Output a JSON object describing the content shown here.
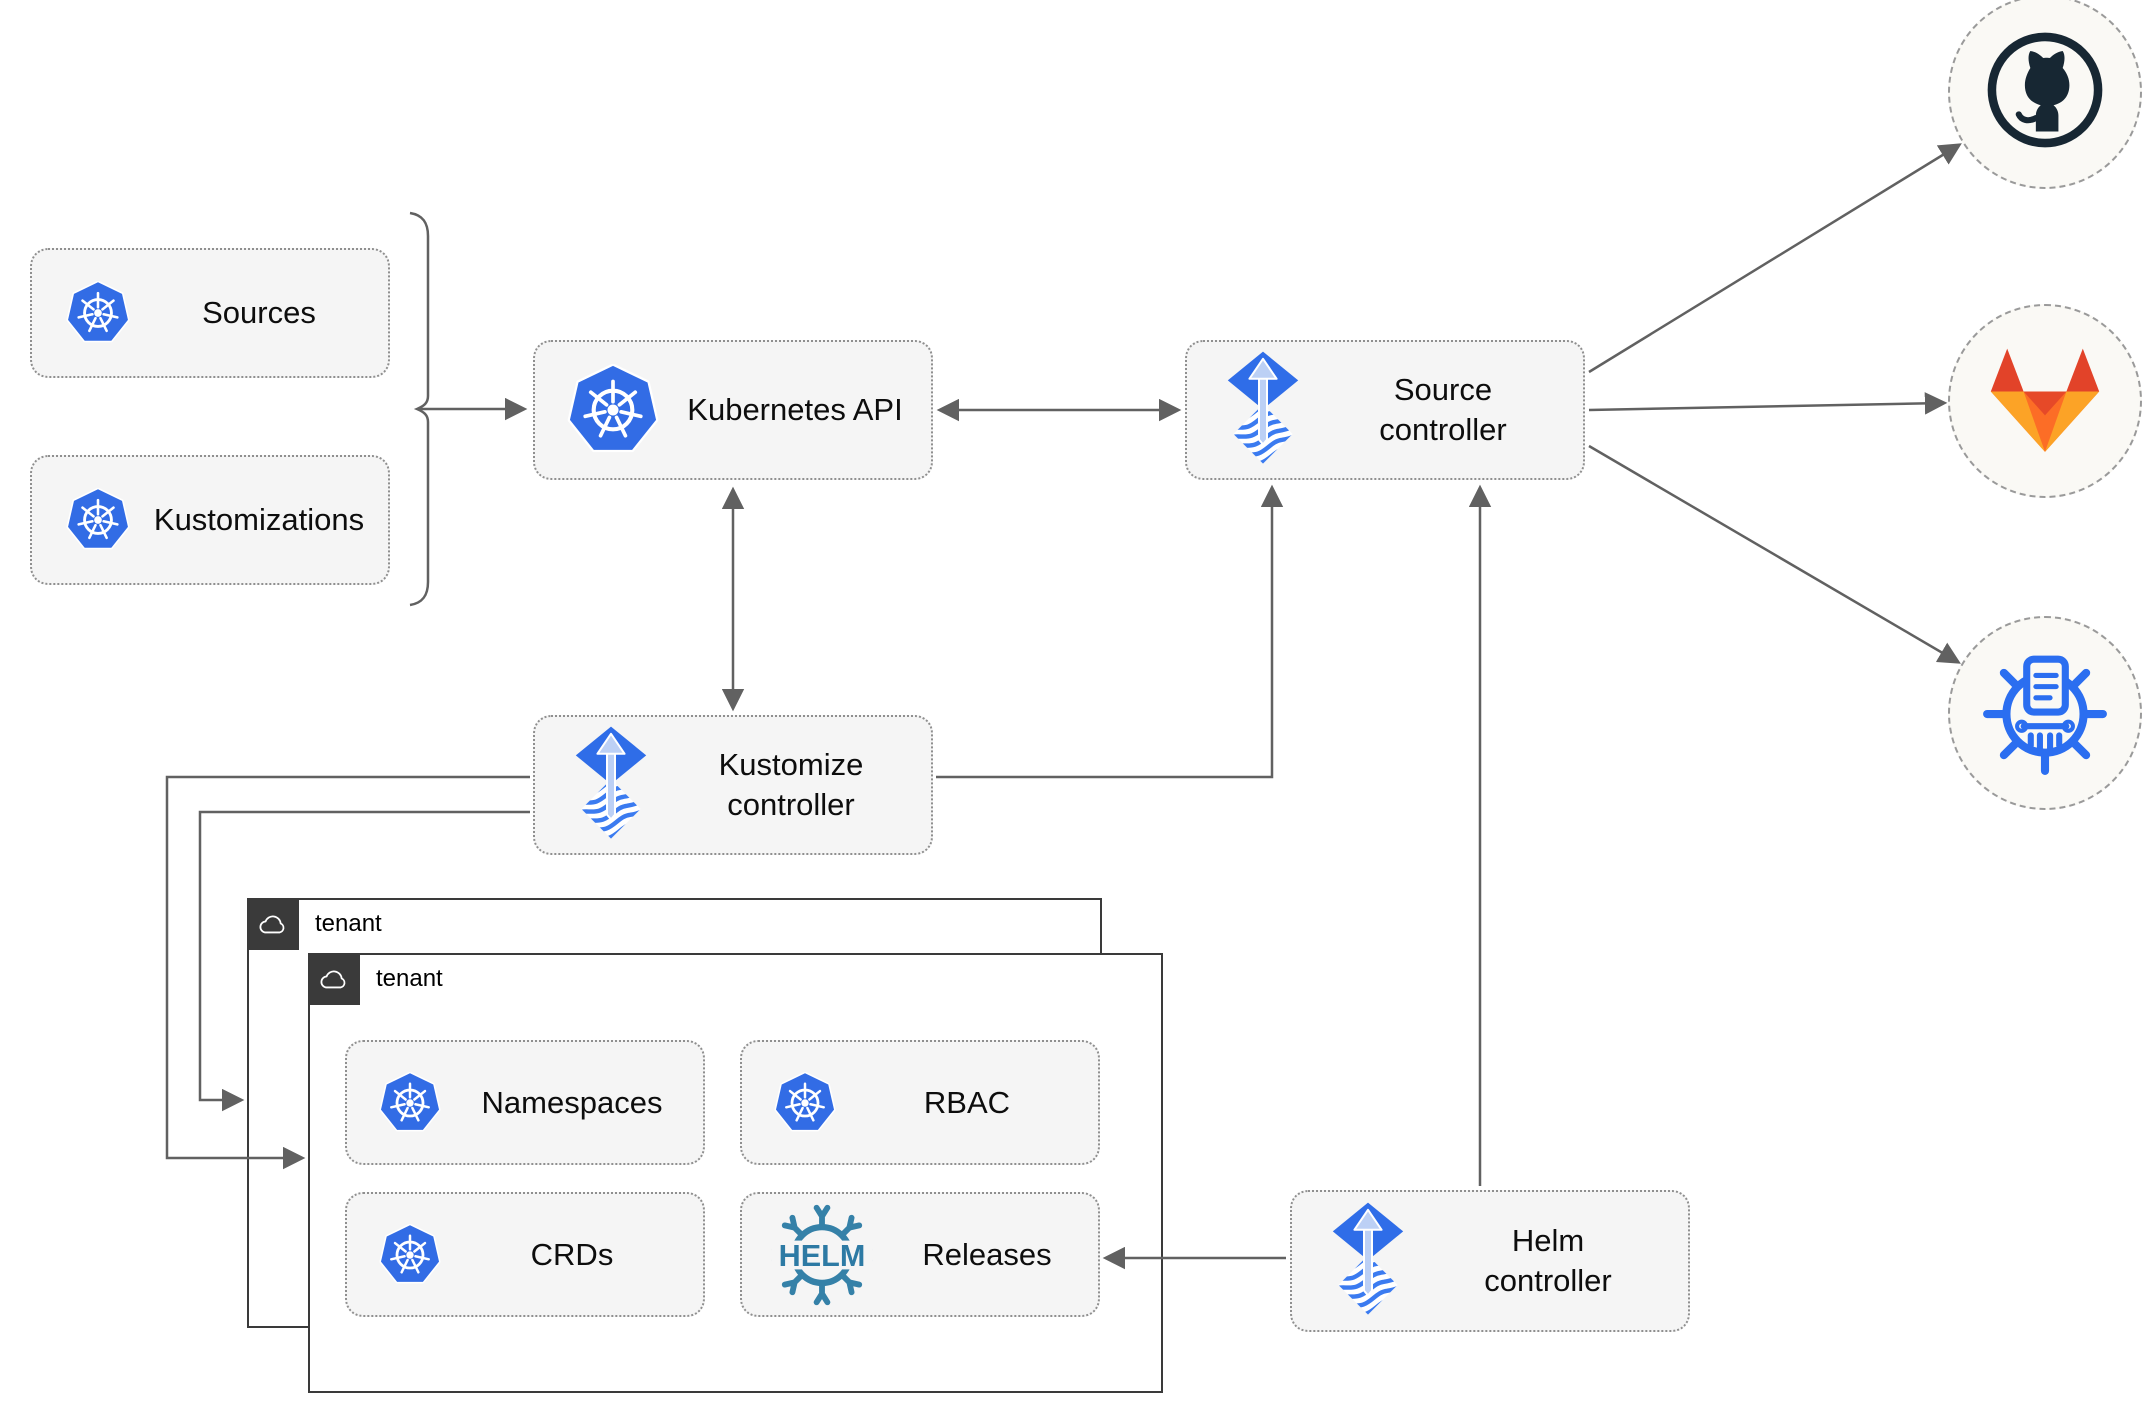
{
  "nodes": {
    "sources": {
      "label": "Sources",
      "icon": "kubernetes-icon"
    },
    "kustomizations": {
      "label": "Kustomizations",
      "icon": "kubernetes-icon"
    },
    "kubernetes_api": {
      "label": "Kubernetes API",
      "icon": "kubernetes-icon"
    },
    "source_controller": {
      "label": "Source controller",
      "icon": "flux-icon"
    },
    "kustomize_controller": {
      "label": "Kustomize controller",
      "icon": "flux-icon"
    },
    "helm_controller": {
      "label": "Helm controller",
      "icon": "flux-icon"
    },
    "namespaces": {
      "label": "Namespaces",
      "icon": "kubernetes-icon"
    },
    "rbac": {
      "label": "RBAC",
      "icon": "kubernetes-icon"
    },
    "crds": {
      "label": "CRDs",
      "icon": "kubernetes-icon"
    },
    "releases": {
      "label": "Releases",
      "icon": "helm-icon"
    }
  },
  "groups": {
    "tenant_outer": {
      "label": "tenant",
      "icon": "cloud-icon"
    },
    "tenant_inner": {
      "label": "tenant",
      "icon": "cloud-icon"
    }
  },
  "endpoints": {
    "github": {
      "icon": "github-octocat-icon"
    },
    "gitlab": {
      "icon": "gitlab-tanuki-icon"
    },
    "chartmuseum": {
      "icon": "chartmuseum-wheel-icon"
    }
  },
  "helm_logo": {
    "text": "HELM"
  },
  "edges": [
    {
      "from": "sources/kustomizations",
      "to": "kubernetes_api",
      "type": "arrow"
    },
    {
      "from": "kubernetes_api",
      "to": "source_controller",
      "type": "bidirectional"
    },
    {
      "from": "kubernetes_api",
      "to": "kustomize_controller",
      "type": "bidirectional"
    },
    {
      "from": "kustomize_controller",
      "to": "source_controller",
      "type": "arrow"
    },
    {
      "from": "helm_controller",
      "to": "source_controller",
      "type": "arrow"
    },
    {
      "from": "kustomize_controller",
      "to": "tenant_outer",
      "type": "arrow"
    },
    {
      "from": "kustomize_controller",
      "to": "tenant_inner",
      "type": "arrow"
    },
    {
      "from": "helm_controller",
      "to": "releases",
      "type": "arrow"
    },
    {
      "from": "source_controller",
      "to": "github",
      "type": "arrow"
    },
    {
      "from": "source_controller",
      "to": "gitlab",
      "type": "arrow"
    },
    {
      "from": "source_controller",
      "to": "chartmuseum",
      "type": "arrow"
    }
  ],
  "colors": {
    "kubernetes_blue": "#326ce5",
    "flux_blue": "#2f6de8",
    "flux_light_arrow": "#bcd0f5",
    "flux_wave": "#3b7bf0",
    "helm_teal": "#3581a8",
    "github_dark": "#172733",
    "gitlab_red": "#e24329",
    "gitlab_orange": "#fc6d26",
    "gitlab_amber": "#fca326",
    "chartmuseum_blue": "#2b6ef0",
    "line_gray": "#616161",
    "node_fill": "#f5f5f5",
    "node_border": "#8f8f8f",
    "tenant_border": "#3a3a3a"
  }
}
